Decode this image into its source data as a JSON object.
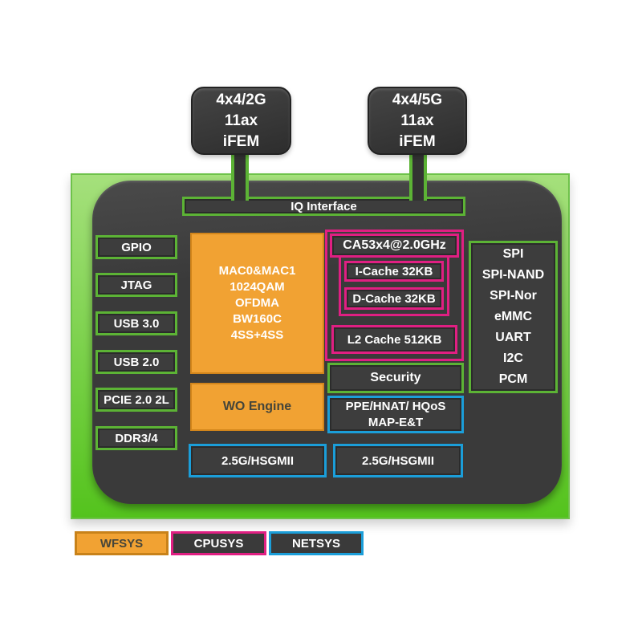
{
  "colors": {
    "wfsys_orange": "#f1a233",
    "wfsys_orange_border": "#d2851b",
    "cpusys_pink": "#e01f82",
    "netsys_blue": "#1b9ed9",
    "io_green": "#5cb335",
    "package_green_top": "#a5e07c",
    "package_green_bottom": "#54c31d",
    "die_dark": "#3d3d3d"
  },
  "fem_modules": [
    {
      "lines": [
        "4x4/2G",
        "11ax",
        "iFEM"
      ]
    },
    {
      "lines": [
        "4x4/5G",
        "11ax",
        "iFEM"
      ]
    }
  ],
  "soc": {
    "iq_interface_label": "IQ Interface",
    "left_ports": [
      "GPIO",
      "JTAG",
      "USB 3.0",
      "USB 2.0",
      "PCIE 2.0 2L",
      "DDR3/4"
    ],
    "wifi_mac_lines": [
      "MAC0&MAC1",
      "1024QAM",
      "OFDMA",
      "BW160C",
      "4SS+4SS"
    ],
    "wo_engine_label": "WO Engine",
    "cpu": {
      "title": "CA53x4@2.0GHz",
      "icache_label": "I-Cache 32KB",
      "dcache_label": "D-Cache 32KB",
      "l2_label": "L2 Cache 512KB"
    },
    "security_label": "Security",
    "ppe_lines": [
      "PPE/HNAT/ HQoS",
      "MAP-E&T"
    ],
    "sgmii_labels": [
      "2.5G/HSGMII",
      "2.5G/HSGMII"
    ],
    "peripherals": [
      "SPI",
      "SPI-NAND",
      "SPI-Nor",
      "eMMC",
      "UART",
      "I2C",
      "PCM"
    ]
  },
  "legend": {
    "wfsys_label": "WFSYS",
    "cpusys_label": "CPUSYS",
    "netsys_label": "NETSYS"
  }
}
